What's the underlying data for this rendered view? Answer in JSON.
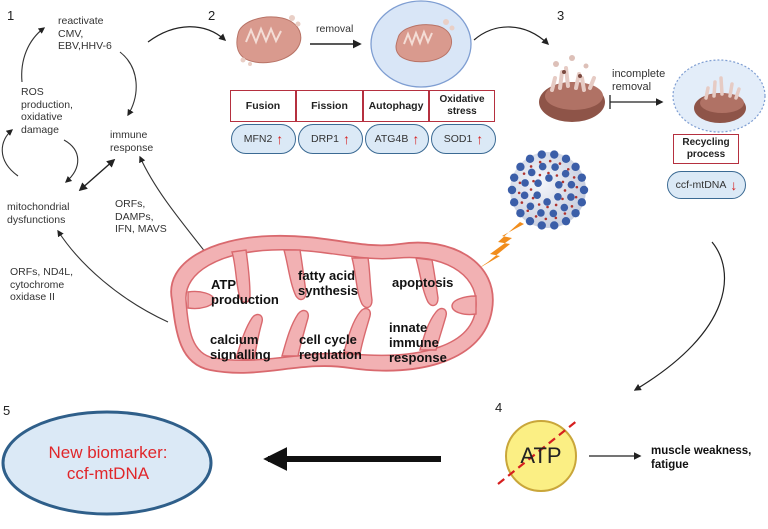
{
  "steps": {
    "one": "1",
    "two": "2",
    "three": "3",
    "four": "4",
    "five": "5"
  },
  "cycle": {
    "reactivate": "reactivate CMV, EBV,HHV-6",
    "reactivate_lines": [
      "reactivate",
      "CMV,",
      "EBV,HHV-6"
    ],
    "ros_lines": [
      "ROS",
      "production,",
      "oxidative",
      "damage"
    ],
    "immune_lines": [
      "immune",
      "response"
    ],
    "mito_dys_lines": [
      "mitochondrial",
      "dysfunctions"
    ],
    "orfs_damps_lines": [
      "ORFs,",
      "DAMPs,",
      "IFN, MAVS"
    ],
    "orfs_nd4l_lines": [
      "ORFs, ND4L,",
      "cytochrome",
      "oxidase II"
    ]
  },
  "step2": {
    "removal_label": "removal",
    "categories": [
      {
        "title": "Fusion",
        "marker": "MFN2",
        "direction": "up"
      },
      {
        "title": "Fission",
        "marker": "DRP1",
        "direction": "up"
      },
      {
        "title": "Autophagy",
        "marker": "ATG4B",
        "direction": "up"
      },
      {
        "title": "Oxidative stress",
        "marker": "SOD1",
        "direction": "up"
      }
    ]
  },
  "step3": {
    "incomplete_lines": [
      "incomplete",
      "removal"
    ],
    "recycling_lines": [
      "Recycling",
      "process"
    ],
    "marker": "ccf-mtDNA",
    "direction": "down"
  },
  "mitochondrion_functions": {
    "atp": [
      "ATP",
      "production"
    ],
    "fatty": [
      "fatty acid",
      "synthesis"
    ],
    "apoptosis": [
      "apoptosis"
    ],
    "calcium": [
      "calcium",
      "signalling"
    ],
    "cellcycle": [
      "cell cycle",
      "regulation"
    ],
    "innate": [
      "innate",
      "immune",
      "response"
    ]
  },
  "step4": {
    "atp_label": "ATP",
    "effect_lines": [
      "muscle weakness,",
      "fatigue"
    ]
  },
  "step5": {
    "biomarker_lines": [
      "New biomarker:",
      "ccf-mtDNA"
    ]
  },
  "icons": {
    "up_arrow": "↑",
    "down_arrow": "↓"
  },
  "colors": {
    "category_border": "#b5303f",
    "pill_border": "#3b6a93",
    "pill_fill": "#dbe9f6",
    "mito_fill": "#f2b1b3",
    "mito_stroke": "#d9696e",
    "atp_fill": "#fbef84",
    "atp_stroke": "#c9a63a",
    "biomarker_text": "#e0262a",
    "biomarker_fill": "#dbe9f6",
    "biomarker_stroke": "#2f5f8a",
    "lightning": "#f18d1c",
    "virus": "#3b5ea8"
  }
}
